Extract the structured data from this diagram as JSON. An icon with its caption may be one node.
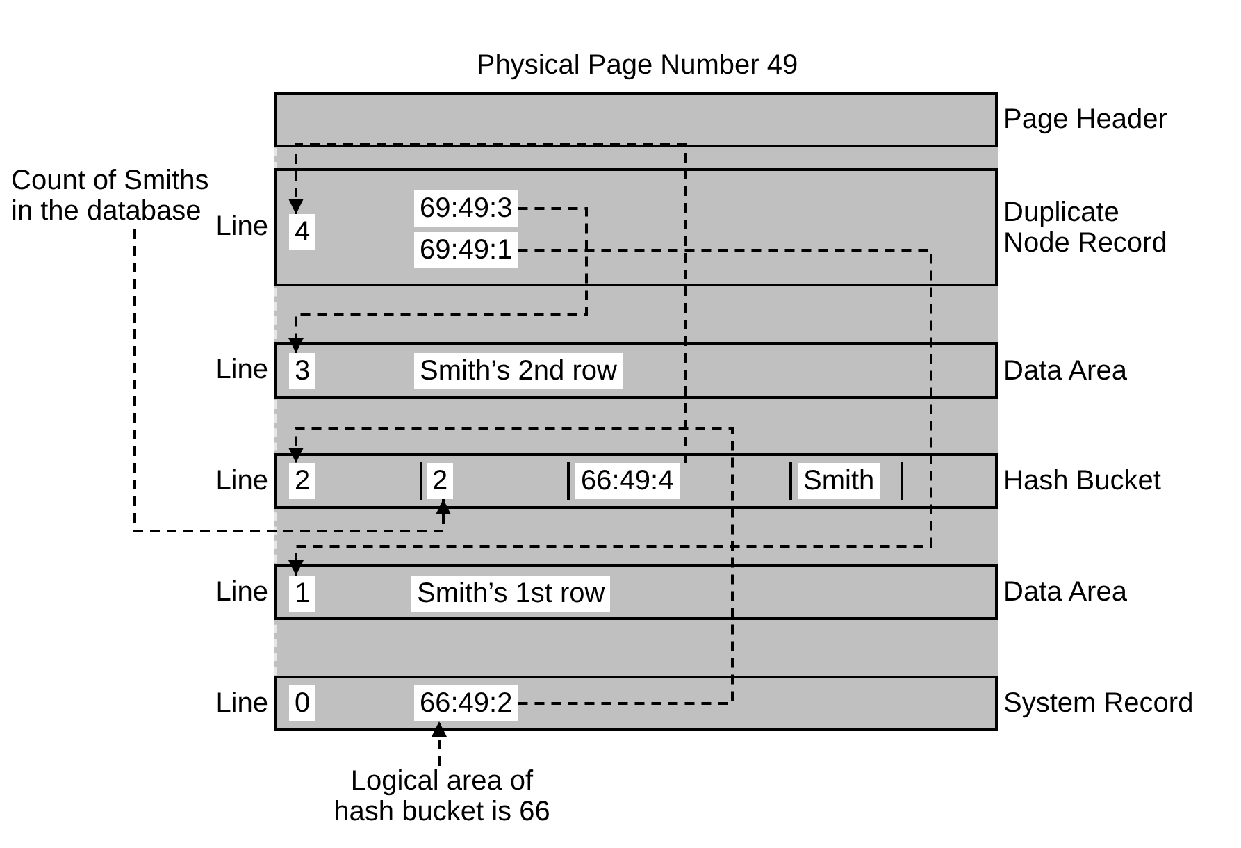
{
  "diagram": {
    "title": "Physical Page Number 49",
    "nodes": [
      {
        "text": [],
        "shape": "box"
      },
      {
        "text": [],
        "shape": "box",
        "in": 0,
        "beside": [
          "Page Header"
        ]
      },
      {
        "text": [],
        "shape": "box",
        "in": 0,
        "beside": [
          "Line",
          "Duplicate Node Record"
        ]
      },
      {
        "text": [
          "4"
        ],
        "in": 2
      },
      {
        "text": [
          "69:49:3"
        ],
        "in": 2
      },
      {
        "text": [
          "69:49:1"
        ],
        "in": 2
      },
      {
        "text": [],
        "shape": "box",
        "in": 0,
        "beside": [
          "Line",
          "Data Area"
        ]
      },
      {
        "text": [
          "3"
        ],
        "in": 6
      },
      {
        "text": [
          "Smith’s 2nd row"
        ],
        "in": 6
      },
      {
        "text": [],
        "shape": "box",
        "in": 0,
        "beside": [
          "Line",
          "Hash Bucket"
        ]
      },
      {
        "text": [
          "2"
        ],
        "in": 9
      },
      {
        "text": [
          "2"
        ],
        "in": 9
      },
      {
        "text": [
          "66:49:4"
        ],
        "in": 9
      },
      {
        "text": [
          "Smith"
        ],
        "in": 9
      },
      {
        "text": [],
        "shape": "box",
        "in": 0,
        "beside": [
          "Line",
          "Data Area"
        ]
      },
      {
        "text": [
          "1"
        ],
        "in": 14
      },
      {
        "text": [
          "Smith’s 1st row"
        ],
        "in": 14
      },
      {
        "text": [],
        "shape": "box",
        "in": 0,
        "beside": [
          "Line",
          "System Record"
        ]
      },
      {
        "text": [
          "0"
        ],
        "in": 17
      },
      {
        "text": [
          "66:49:2"
        ],
        "in": 17
      },
      {
        "text": [
          "Count of Smiths in the database"
        ]
      },
      {
        "text": [
          "Logical area of hash bucket is 66"
        ]
      }
    ],
    "edges": [
      {
        "from": 12,
        "to": 3,
        "arrow": "to",
        "style": "dashed"
      },
      {
        "from": 4,
        "to": 7,
        "arrow": "to",
        "style": "dashed"
      },
      {
        "from": 5,
        "to": 15,
        "arrow": "to",
        "style": "dashed"
      },
      {
        "from": 19,
        "to": 10,
        "arrow": "to",
        "style": "dashed"
      },
      {
        "from": 20,
        "to": 11,
        "arrow": "to",
        "style": "dashed"
      },
      {
        "from": 21,
        "to": 19,
        "arrow": "to",
        "style": "dashed"
      }
    ]
  }
}
